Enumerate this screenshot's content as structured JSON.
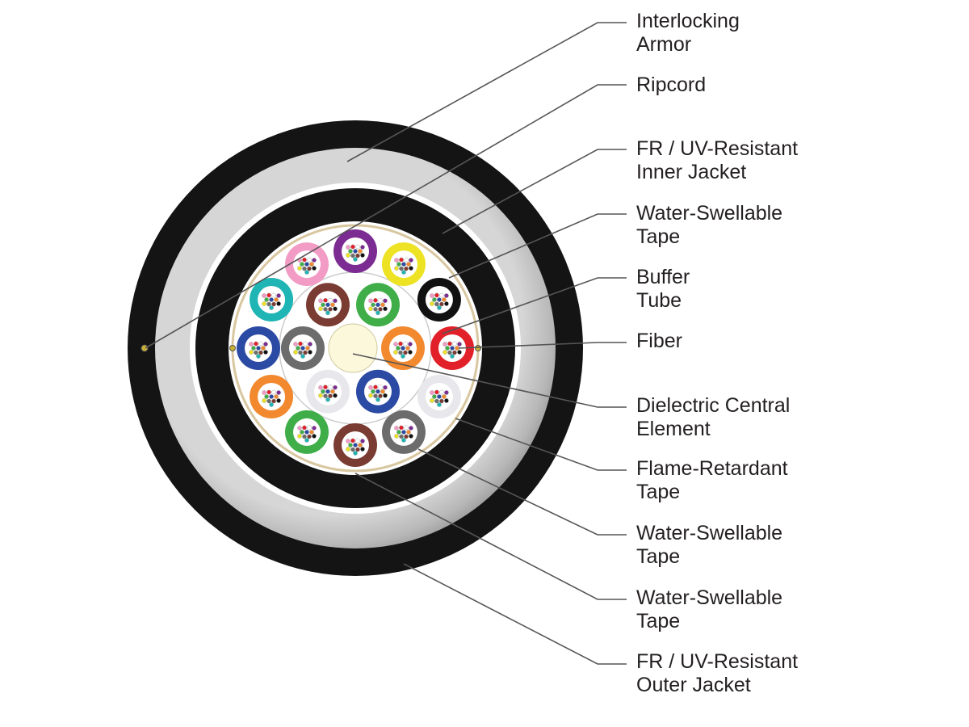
{
  "labels": [
    {
      "id": "armor",
      "lines": [
        "Interlocking",
        "Armor"
      ]
    },
    {
      "id": "ripcord",
      "lines": [
        "Ripcord"
      ]
    },
    {
      "id": "inner-jacket",
      "lines": [
        "FR / UV-Resistant",
        "Inner Jacket"
      ]
    },
    {
      "id": "ws-tape-1",
      "lines": [
        "Water-Swellable",
        "Tape"
      ]
    },
    {
      "id": "buffer-tube",
      "lines": [
        "Buffer",
        "Tube"
      ]
    },
    {
      "id": "fiber",
      "lines": [
        "Fiber"
      ]
    },
    {
      "id": "central-element",
      "lines": [
        "Dielectric Central",
        "Element"
      ]
    },
    {
      "id": "fr-tape",
      "lines": [
        "Flame-Retardant",
        "Tape"
      ]
    },
    {
      "id": "ws-tape-2",
      "lines": [
        "Water-Swellable",
        "Tape"
      ]
    },
    {
      "id": "ws-tape-3",
      "lines": [
        "Water-Swellable",
        "Tape"
      ]
    },
    {
      "id": "outer-jacket",
      "lines": [
        "FR / UV-Resistant",
        "Outer Jacket"
      ]
    }
  ],
  "colors": {
    "outer_jacket": "#141414",
    "armor": "#b4b4b4",
    "inner_jacket": "#141414",
    "core_fill": "#ffffff",
    "tape": "#d9c7a0",
    "central_element": "#fbf8dc",
    "leader": "#555555",
    "text": "#231f20"
  },
  "buffer_tube_colors": {
    "outer_ring": [
      "pink",
      "violet",
      "yellow",
      "black",
      "red",
      "white",
      "slate",
      "brown",
      "green",
      "orange",
      "blue",
      "aqua"
    ],
    "inner_ring": [
      "green",
      "orange",
      "blue",
      "white",
      "slate",
      "brown"
    ]
  },
  "tube_palette": {
    "pink": "#f29bc5",
    "violet": "#7b2b91",
    "yellow": "#ede324",
    "black": "#111111",
    "red": "#e2202a",
    "white": "#e8e8ec",
    "slate": "#6c6c6c",
    "brown": "#7a3b32",
    "green": "#3fae49",
    "orange": "#f2892e",
    "blue": "#2b4aa3",
    "aqua": "#1fb5b5"
  }
}
